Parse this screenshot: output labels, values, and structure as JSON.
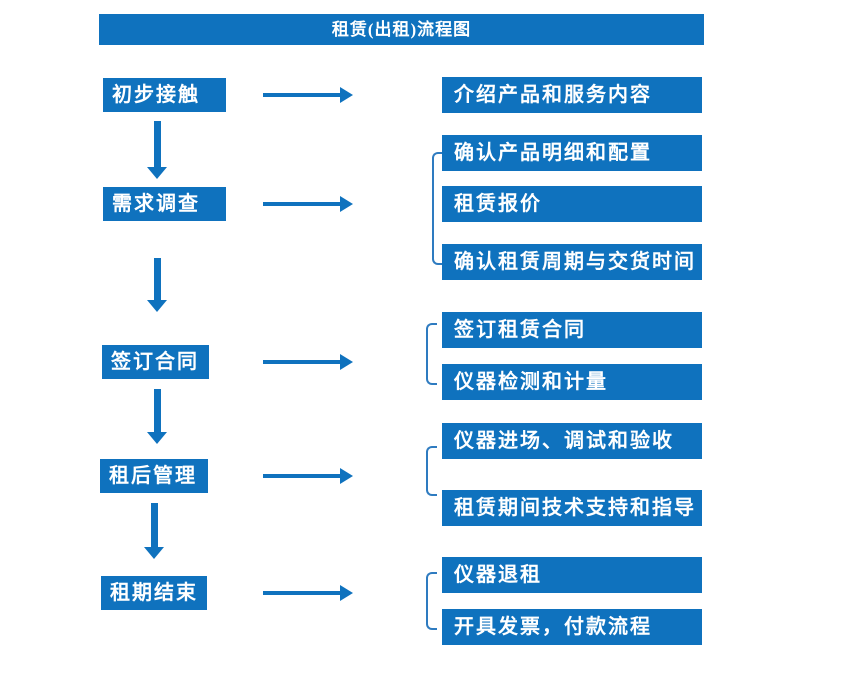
{
  "title": "租赁(出租)流程图",
  "colors": {
    "primary_blue": "#0F72BE",
    "bracket_blue": "#2E7BC0",
    "text_white": "#FFFFFF",
    "background": "#FFFFFF"
  },
  "flow": {
    "steps": [
      {
        "label": "初步接触",
        "outputs": [
          "介绍产品和服务内容"
        ]
      },
      {
        "label": "需求调查",
        "outputs": [
          "确认产品明细和配置",
          "租赁报价",
          "确认租赁周期与交货时间"
        ]
      },
      {
        "label": "签订合同",
        "outputs": [
          "签订租赁合同",
          "仪器检测和计量"
        ]
      },
      {
        "label": "租后管理",
        "outputs": [
          "仪器进场、调试和验收",
          "租赁期间技术支持和指导"
        ]
      },
      {
        "label": "租期结束",
        "outputs": [
          "仪器退租",
          "开具发票，付款流程"
        ]
      }
    ]
  }
}
